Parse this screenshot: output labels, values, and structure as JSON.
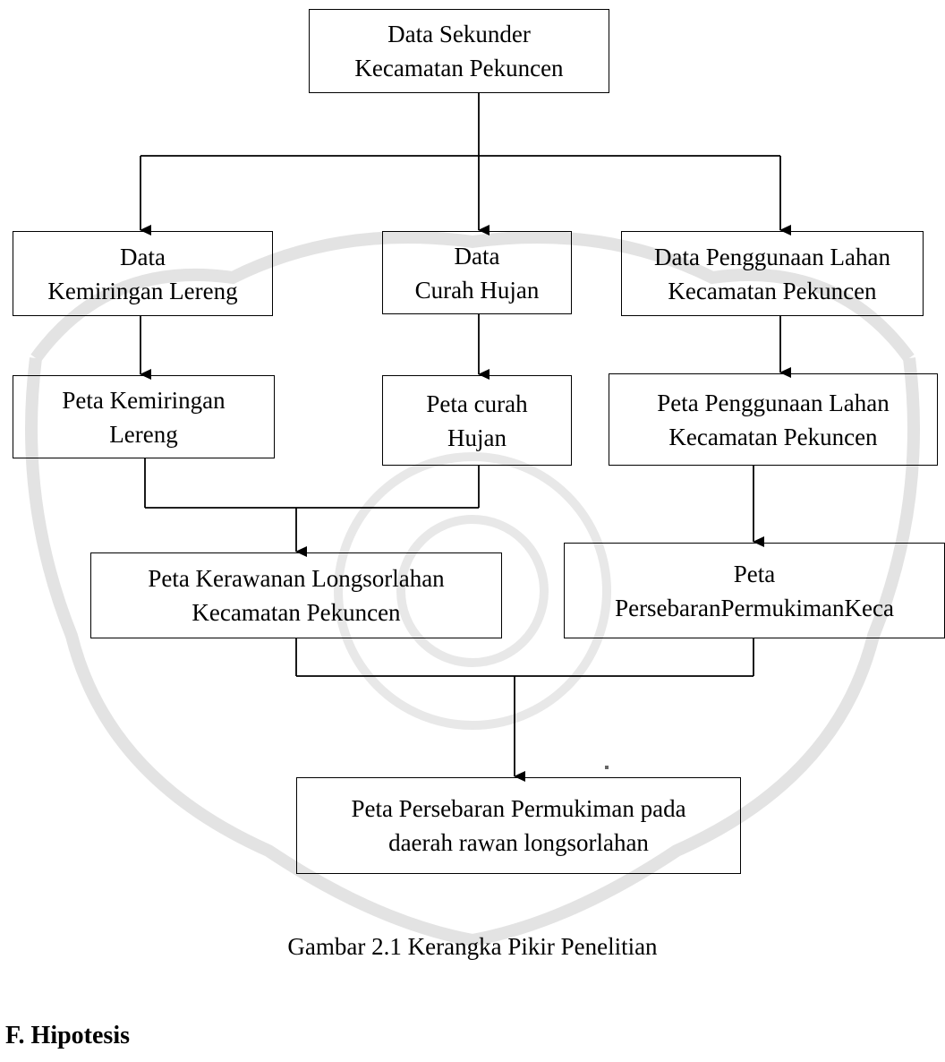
{
  "diagram": {
    "nodes": {
      "root": [
        "Data Sekunder",
        "Kecamatan Pekuncen"
      ],
      "slope_data": [
        "Data",
        "Kemiringan Lereng"
      ],
      "rain_data": [
        "Data",
        "Curah Hujan"
      ],
      "landuse_data": [
        "Data Penggunaan Lahan",
        "Kecamatan Pekuncen"
      ],
      "slope_map": [
        "Peta Kemiringan",
        "Lereng"
      ],
      "rain_map": [
        "Peta curah",
        "Hujan"
      ],
      "landuse_map": [
        "Peta Penggunaan Lahan",
        "Kecamatan Pekuncen"
      ],
      "hazard_map": [
        "Peta Kerawanan Longsorlahan",
        "Kecamatan Pekuncen"
      ],
      "settlement_map": [
        "Peta",
        "PersebaranPermukimanKeca"
      ],
      "result_map": [
        "Peta Persebaran Permukiman pada",
        "daerah rawan longsorlahan"
      ]
    },
    "edges": [
      {
        "from": "root",
        "to": "slope_data"
      },
      {
        "from": "root",
        "to": "rain_data"
      },
      {
        "from": "root",
        "to": "landuse_data"
      },
      {
        "from": "slope_data",
        "to": "slope_map"
      },
      {
        "from": "rain_data",
        "to": "rain_map"
      },
      {
        "from": "landuse_data",
        "to": "landuse_map"
      },
      {
        "from": "slope_map",
        "to": "hazard_map"
      },
      {
        "from": "rain_map",
        "to": "hazard_map"
      },
      {
        "from": "landuse_map",
        "to": "settlement_map"
      },
      {
        "from": "hazard_map",
        "to": "result_map"
      },
      {
        "from": "settlement_map",
        "to": "result_map"
      }
    ]
  },
  "caption": "Gambar 2.1 Kerangka Pikir Penelitian",
  "section_heading": "F. Hipotesis",
  "colors": {
    "line": "#000000",
    "watermark": "#d9d9d9"
  }
}
